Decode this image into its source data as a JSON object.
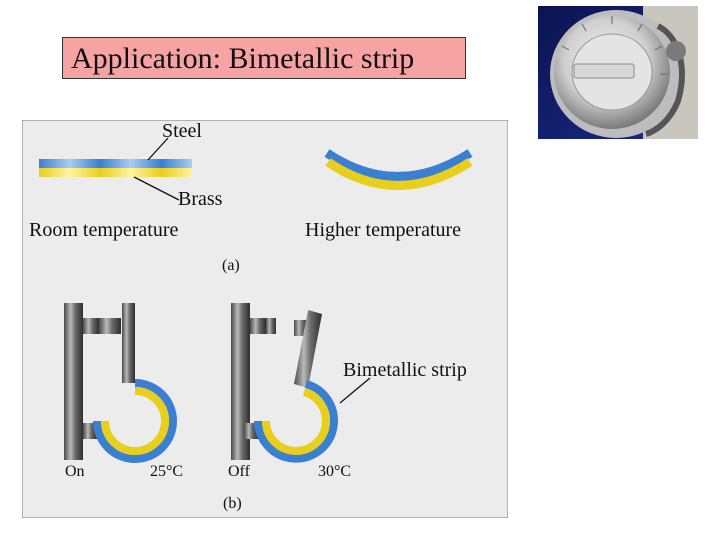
{
  "slide": {
    "title": "Application: Bimetallic strip"
  },
  "figure": {
    "labels": {
      "steel": "Steel",
      "brass": "Brass",
      "room_temperature": "Room temperature",
      "higher_temperature": "Higher temperature",
      "part_a": "(a)",
      "bimetallic_strip": "Bimetallic strip",
      "on": "On",
      "temp_on": "25°C",
      "off": "Off",
      "temp_off": "30°C",
      "part_b": "(b)"
    },
    "colors": {
      "steel": "#3a7fd0",
      "brass": "#e8cf1e",
      "panel_bg": "#ececec",
      "title_bg": "#f6a3a3"
    }
  },
  "photo": {
    "icon": "thermostat-photo"
  }
}
